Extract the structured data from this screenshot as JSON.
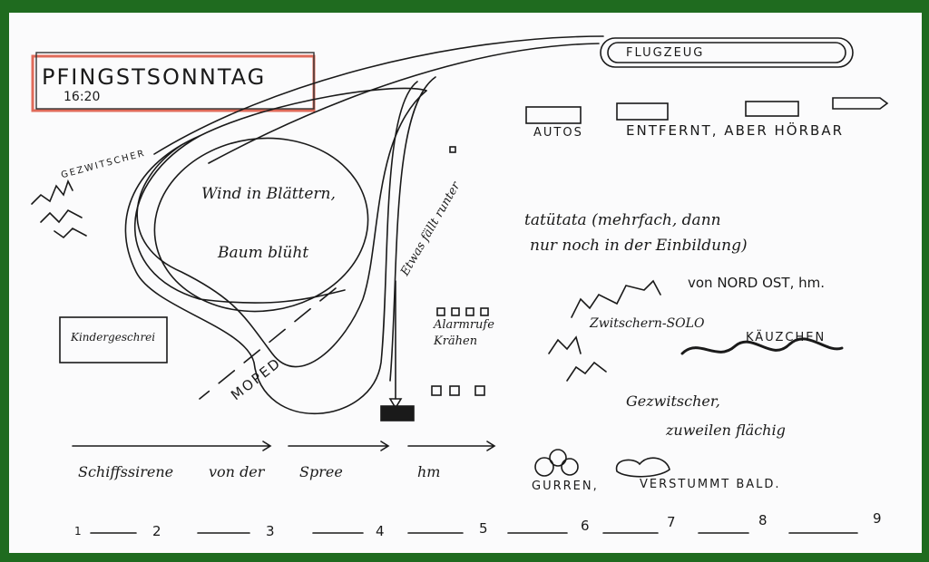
{
  "title": {
    "text": "PFINGSTSONNTAG",
    "time": "16:20"
  },
  "top": {
    "airplane": "FLUGZEUG",
    "cars": "AUTOS",
    "distant": "ENTFERNT, ABER HÖRBAR"
  },
  "left": {
    "chirping": "GEZWITSCHER",
    "children": "Kindergeschrei",
    "moped": "MOPED"
  },
  "center": {
    "wind": "Wind in Blättern,",
    "tree": "Baum blüht",
    "falling": "Etwas fällt runter",
    "crows_1": "Alarmrufe",
    "crows_2": "Krähen"
  },
  "right": {
    "siren_1": "tatütata (mehrfach, dann",
    "siren_2": "nur noch in der Einbildung)",
    "direction": "von NORD OST, hm.",
    "solo": "Zwitschern-SOLO",
    "owl": "KÄUZCHEN",
    "chirp_1": "Gezwitscher,",
    "chirp_2": "zuweilen flächig",
    "cooing": "GURREN,",
    "fades": "VERSTUMMT BALD."
  },
  "bottom": {
    "ship_1": "Schiffssirene",
    "ship_2": "von der",
    "ship_3": "Spree",
    "ship_4": "hm"
  },
  "timeline": [
    "1",
    "2",
    "3",
    "4",
    "5",
    "6",
    "7",
    "8",
    "9"
  ],
  "colors": {
    "title_box": "#e06b5a",
    "ink": "#1a1a1a",
    "background": "#1f6b1f"
  }
}
